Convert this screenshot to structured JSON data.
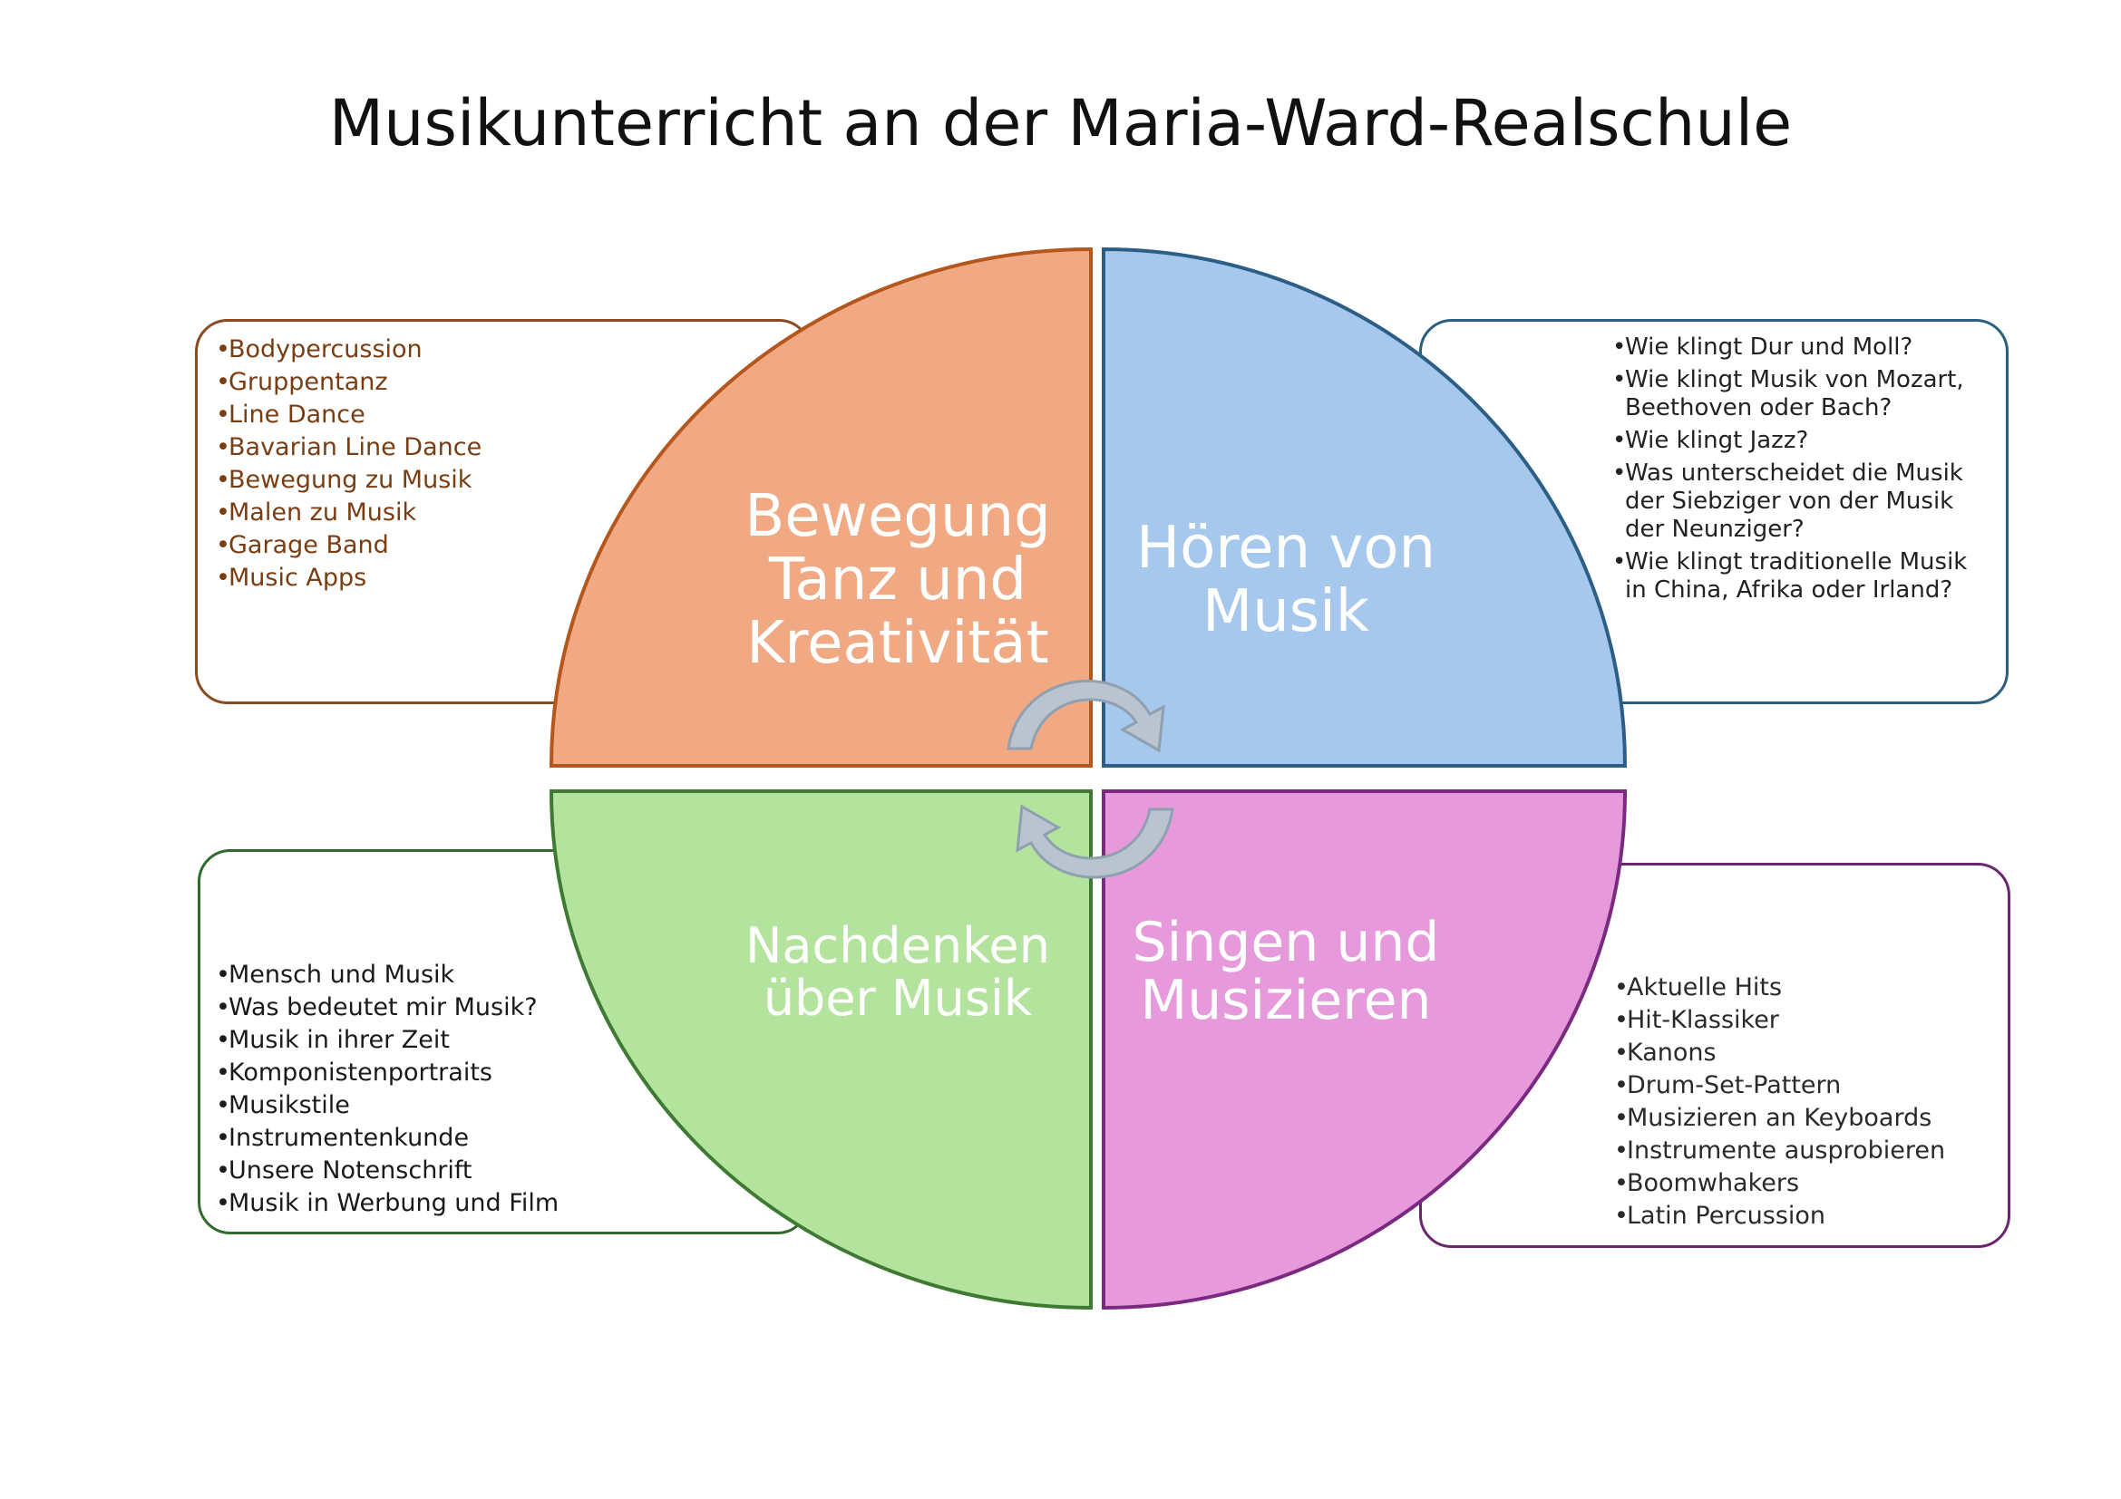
{
  "title": "Musikunterricht an der Maria-Ward-Realschule",
  "colors": {
    "orange_fill": "#F0A983",
    "orange_stroke": "#B5561D",
    "blue_fill": "#A5C8EC",
    "blue_stroke": "#2D5E86",
    "green_fill": "#B3E39C",
    "green_stroke": "#3F7A33",
    "pink_fill": "#E69ADB",
    "pink_stroke": "#7A2A80",
    "arrow_fill": "#B9C4CF",
    "arrow_stroke": "#8FA0B0"
  },
  "quadrants": {
    "top_left": {
      "label": "Bewegung\nTanz und\nKreativität",
      "items": [
        "Bodypercussion",
        "Gruppentanz",
        "Line Dance",
        "Bavarian Line Dance",
        "Bewegung zu Musik",
        "Malen zu Musik",
        "Garage Band",
        "Music Apps"
      ]
    },
    "top_right": {
      "label": "Hören von\nMusik",
      "items": [
        "Wie klingt Dur und Moll?",
        "Wie klingt Musik von Mozart, Beethoven oder Bach?",
        "Wie klingt Jazz?",
        "Was unterscheidet die Musik der Siebziger von der Musik der Neunziger?",
        "Wie klingt traditionelle Musik in  China, Afrika oder Irland?"
      ]
    },
    "bottom_left": {
      "label": "Nachdenken\nüber Musik",
      "items": [
        "Mensch und Musik",
        "Was bedeutet mir Musik?",
        "Musik in ihrer Zeit",
        "Komponistenportraits",
        "Musikstile",
        "Instrumentenkunde",
        "Unsere Notenschrift",
        "Musik in Werbung und Film"
      ]
    },
    "bottom_right": {
      "label": "Singen und\nMusizieren",
      "items": [
        "Aktuelle Hits",
        "Hit-Klassiker",
        "Kanons",
        "Drum-Set-Pattern",
        "Musizieren an Keyboards",
        "Instrumente ausprobieren",
        "Boomwhakers",
        "Latin Percussion"
      ]
    }
  }
}
